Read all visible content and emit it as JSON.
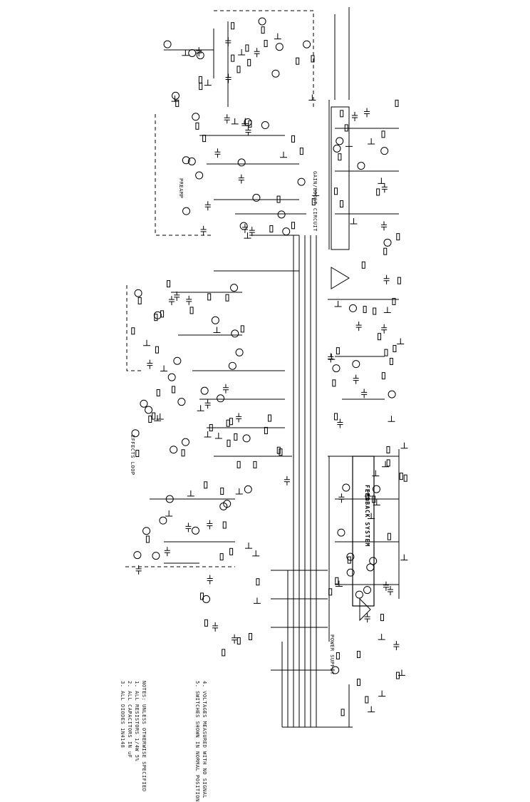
{
  "schematic": {
    "title_block": "FEEDBACK SYSTEM",
    "notes": [
      "NOTES: UNLESS OTHERWISE SPECIFIED",
      "1. ALL RESISTORS 1/4W 5%",
      "2. ALL CAPACITORS IN uF",
      "3. ALL DIODES 1N4148",
      "4. VOLTAGES MEASURED WITH NO SIGNAL",
      "5. SWITCHES SHOWN IN NORMAL POSITION"
    ],
    "labels": {
      "section_upper": "PREAMP",
      "section_middle": "EFFECTS LOOP",
      "section_lower": "POWER SUPPLY",
      "mid_caption": "GAIN/BOOST CIRCUIT"
    }
  }
}
